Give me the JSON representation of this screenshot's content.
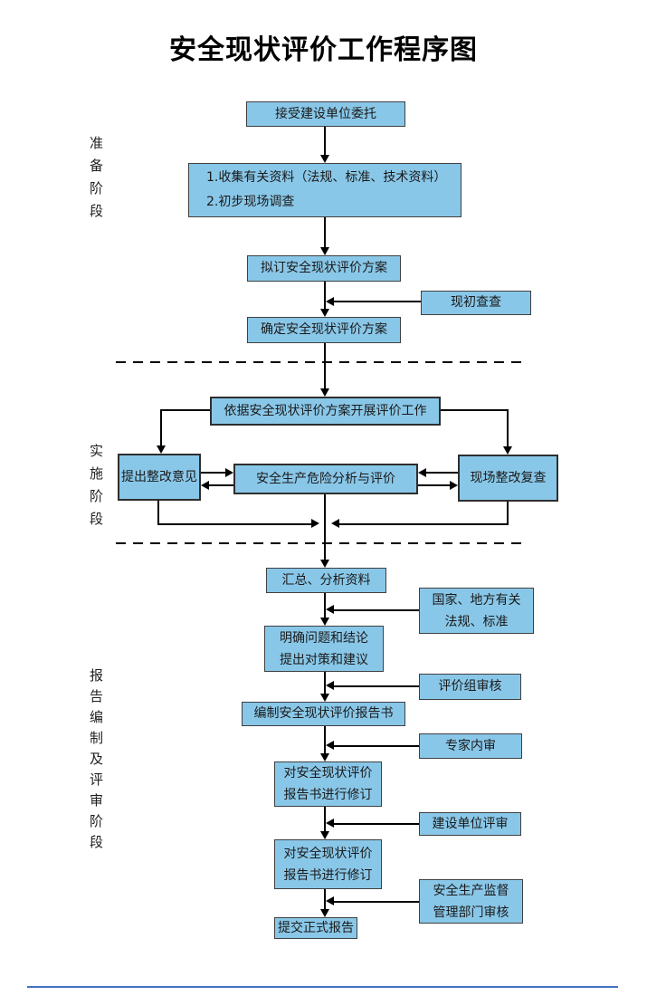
{
  "title": "安全现状评价工作程序图",
  "phases": [
    {
      "label": "准备阶段"
    },
    {
      "label": "实施阶段"
    },
    {
      "label": "报告编制及评审阶段"
    }
  ],
  "nodes": {
    "accept": {
      "text": "接受建设单位委托"
    },
    "collect": {
      "line1": "1.收集有关资料（法规、标准、技术资料）",
      "line2": "2.初步现场调查"
    },
    "draft_plan": {
      "text": "拟订安全现状评价方案"
    },
    "initial_check": {
      "text": "现初查查"
    },
    "confirm_plan": {
      "text": "确定安全现状评价方案"
    },
    "carry_out": {
      "text": "依据安全现状评价方案开展评价工作"
    },
    "propose": {
      "text": "提出整改意见"
    },
    "risk_analysis": {
      "text": "安全生产危险分析与评价"
    },
    "site_recheck": {
      "text": "现场整改复查"
    },
    "summarize": {
      "text": "汇总、分析资料"
    },
    "regulations": {
      "line1": "国家、地方有关",
      "line2": "法规、标准"
    },
    "clarify": {
      "line1": "明确问题和结论",
      "line2": "提出对策和建议"
    },
    "group_review": {
      "text": "评价组审核"
    },
    "compile": {
      "text": "编制安全现状评价报告书"
    },
    "expert_review": {
      "text": "专家内审"
    },
    "revise1": {
      "line1": "对安全现状评价",
      "line2": "报告书进行修订"
    },
    "client_review": {
      "text": "建设单位评审"
    },
    "revise2": {
      "line1": "对安全现状评价",
      "line2": "报告书进行修订"
    },
    "authority_review": {
      "line1": "安全生产监督",
      "line2": "管理部门审核"
    },
    "submit": {
      "text": "提交正式报告"
    }
  },
  "colors": {
    "box_fill": "#89C7E8",
    "box_border": "#404040",
    "connector": "#000000",
    "bottom_line": "#4472C4"
  }
}
